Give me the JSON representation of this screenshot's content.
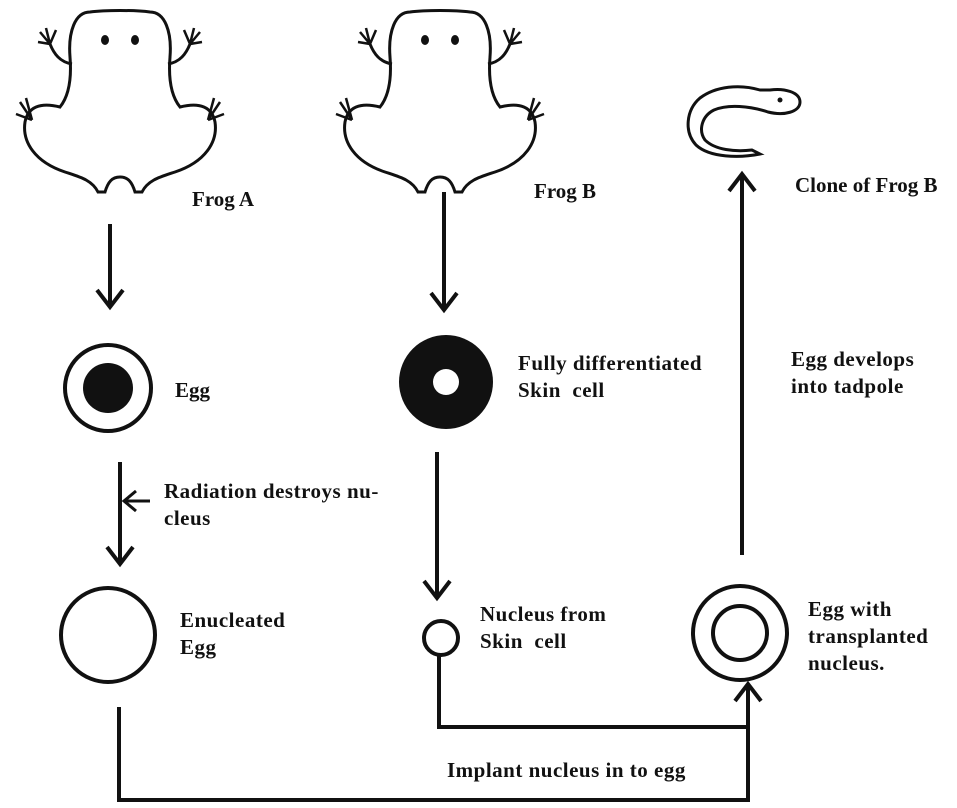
{
  "labels": {
    "frog_a": "Frog A",
    "frog_b": "Frog B",
    "clone": "Clone of Frog B",
    "egg": "Egg",
    "skin_cell": [
      "Fully differentiated",
      "Skin  cell"
    ],
    "tadpole_step": [
      "Egg develops",
      "into tadpole"
    ],
    "radiation": [
      "Radiation destroys nu-",
      "cleus"
    ],
    "enucleated": [
      "Enucleated",
      "Egg"
    ],
    "nucleus": [
      "Nucleus from",
      "Skin  cell"
    ],
    "transplanted": [
      "Egg with",
      "transplanted",
      "nucleus."
    ],
    "implant": "Implant nucleus in to egg"
  },
  "colors": {
    "ink": "#111111",
    "background": "#ffffff"
  }
}
